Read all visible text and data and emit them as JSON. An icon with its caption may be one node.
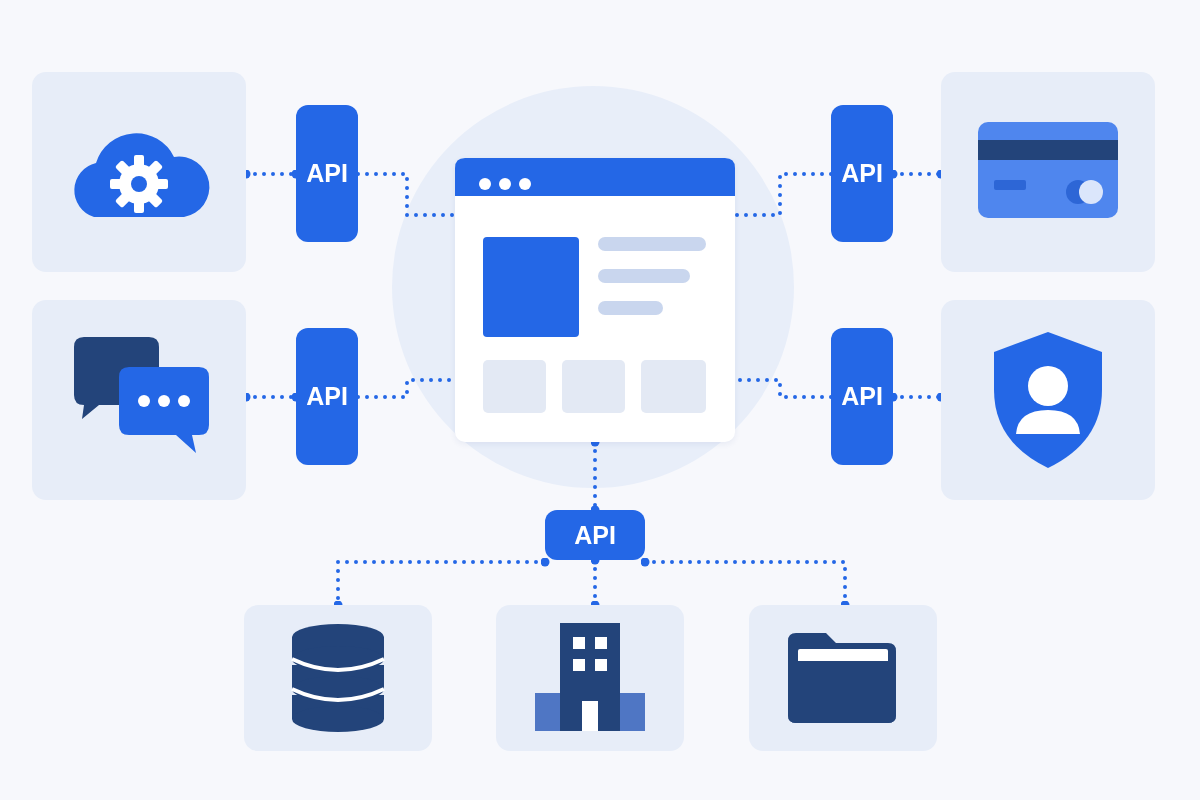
{
  "diagram": {
    "nodes": [
      {
        "text": [],
        "shape": "box"
      },
      {
        "text": [
          "API"
        ]
      },
      {
        "text": [],
        "shape": "box"
      },
      {
        "text": [
          "API"
        ]
      },
      {
        "text": [],
        "shape": "box"
      },
      {
        "text": [
          "API"
        ]
      },
      {
        "text": [],
        "shape": "box"
      },
      {
        "text": [
          "API"
        ]
      },
      {
        "text": [],
        "shape": "box"
      },
      {
        "text": [
          "API"
        ]
      },
      {
        "text": [],
        "shape": "box"
      },
      {
        "text": [],
        "shape": "box"
      },
      {
        "text": [],
        "shape": "box"
      }
    ],
    "edges": [
      {
        "from": 0,
        "to": 1,
        "arrow": "other",
        "style": "dashed"
      },
      {
        "from": 1,
        "to": 4,
        "arrow": "none",
        "style": "dashed"
      },
      {
        "from": 2,
        "to": 3,
        "arrow": "other",
        "style": "dashed"
      },
      {
        "from": 3,
        "to": 4,
        "arrow": "none",
        "style": "dashed"
      },
      {
        "from": 5,
        "to": 6,
        "arrow": "other",
        "style": "dashed"
      },
      {
        "from": 5,
        "to": 4,
        "arrow": "none",
        "style": "dashed"
      },
      {
        "from": 7,
        "to": 8,
        "arrow": "other",
        "style": "dashed"
      },
      {
        "from": 7,
        "to": 4,
        "arrow": "none",
        "style": "dashed"
      },
      {
        "from": 4,
        "to": 9,
        "arrow": "other",
        "style": "dashed"
      },
      {
        "from": 9,
        "to": 10,
        "arrow": "other",
        "style": "dashed"
      },
      {
        "from": 9,
        "to": 11,
        "arrow": "other",
        "style": "dashed"
      },
      {
        "from": 9,
        "to": 12,
        "arrow": "other",
        "style": "dashed"
      }
    ]
  }
}
